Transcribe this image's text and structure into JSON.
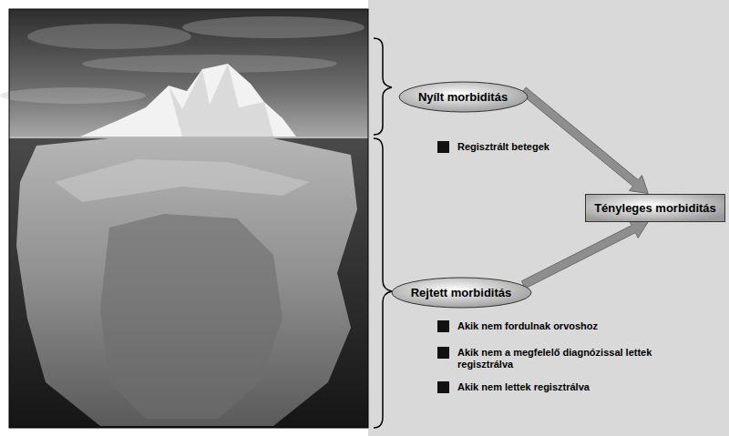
{
  "diagram": {
    "nodes": [
      {
        "text": [
          "Nyílt morbiditás"
        ]
      },
      {
        "text": [
          "Tényleges morbiditás"
        ]
      },
      {
        "text": [
          "Rejtett morbiditás"
        ]
      }
    ],
    "edges": [
      {
        "from": 0,
        "to": 1,
        "arrow": "to"
      },
      {
        "from": 2,
        "to": 1,
        "arrow": "to"
      }
    ],
    "labels": [
      "Regisztrált betegek",
      "Akik nem fordulnak orvoshoz",
      "Akik nem a megfelelő diagnózissal lettek regisztrálva",
      "Akik nem lettek regisztrálva"
    ]
  }
}
